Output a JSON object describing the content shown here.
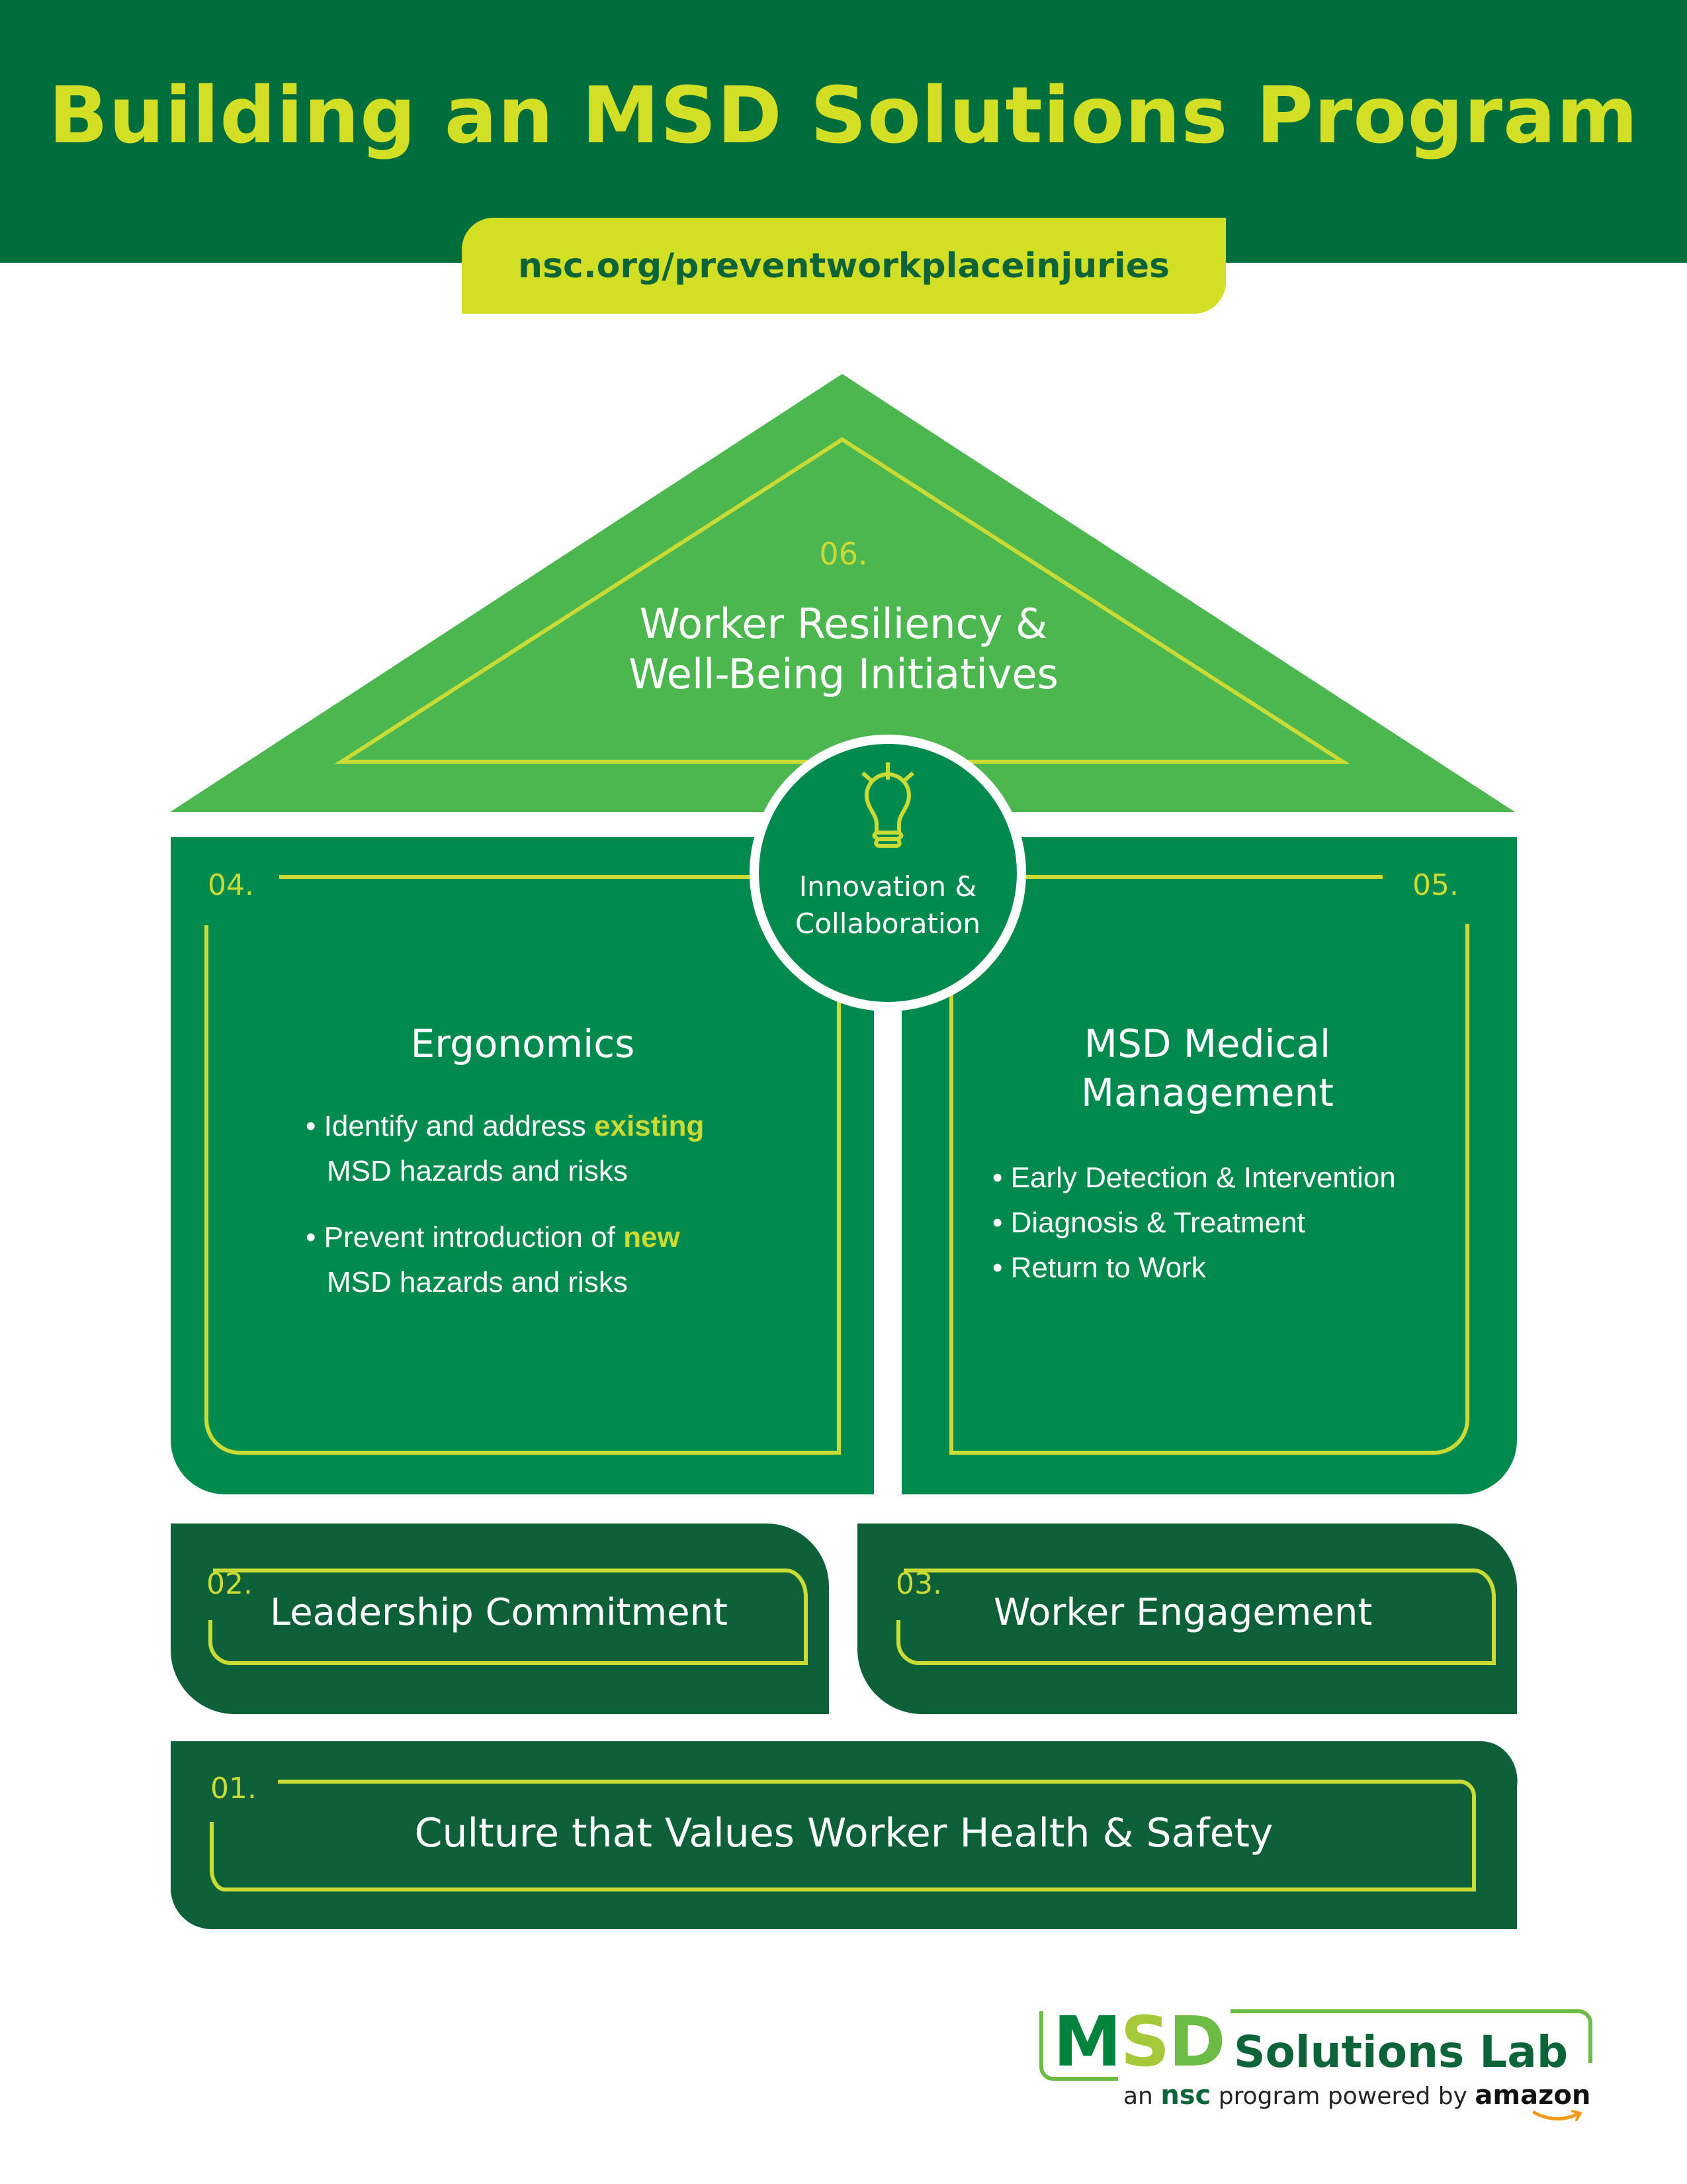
{
  "header": {
    "title": "Building an MSD Solutions Program",
    "url": "nsc.org/preventworkplaceinjuries"
  },
  "colors": {
    "header_green": "#006d3d",
    "accent_lime": "#d2df25",
    "line_lime": "#cadb35",
    "roof_green": "#4bb74e",
    "panel_green": "#008a4d",
    "base_green": "#0d6038"
  },
  "roof": {
    "number": "06.",
    "title_line1": "Worker Resiliency &",
    "title_line2": "Well-Being Initiatives"
  },
  "center": {
    "icon": "lightbulb-icon",
    "label_line1": "Innovation &",
    "label_line2": "Collaboration"
  },
  "pillars": [
    {
      "number": "04.",
      "title": "Ergonomics",
      "bullets": [
        {
          "pre": "Identify and address ",
          "highlight": "existing",
          "cont": "MSD hazards and risks"
        },
        {
          "pre": "Prevent introduction of ",
          "highlight": "new",
          "cont": "MSD hazards and risks"
        }
      ]
    },
    {
      "number": "05.",
      "title_line1": "MSD Medical",
      "title_line2": "Management",
      "bullets": [
        "Early Detection & Intervention",
        "Diagnosis & Treatment",
        "Return to Work"
      ]
    }
  ],
  "foundation": [
    {
      "number": "02.",
      "title": "Leadership Commitment"
    },
    {
      "number": "03.",
      "title": "Worker Engagement"
    },
    {
      "number": "01.",
      "title": "Culture that Values Worker Health & Safety"
    }
  ],
  "footer": {
    "logo_m": "M",
    "logo_s": "S",
    "logo_d": "D",
    "logo_solutions": "Solutions Lab",
    "tag_an": "an ",
    "tag_nsc": "nsc",
    "tag_mid": " program powered by ",
    "tag_amazon": "amazon"
  },
  "bullet_char": "•"
}
